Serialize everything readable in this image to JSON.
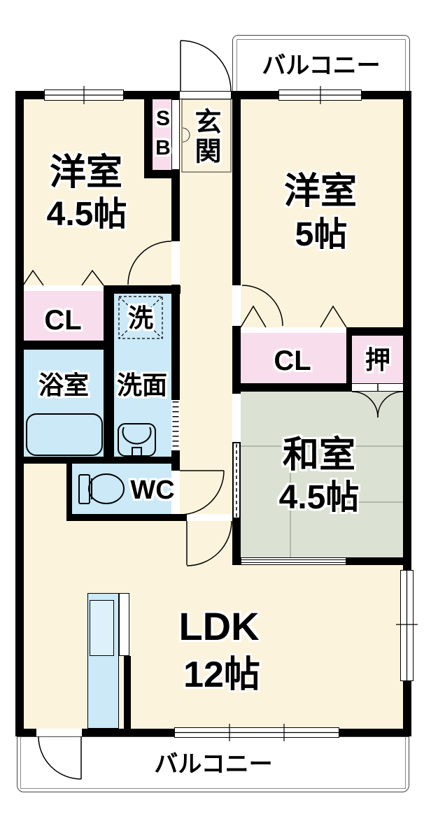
{
  "colors": {
    "wall": "#000000",
    "cream": "#FCF3DC",
    "pink": "#F8DEEC",
    "blue": "#CBE9F6",
    "green": "#DBE1D3",
    "sinkblue": "#DDF1FA"
  },
  "labels": {
    "balcony_top": "バルコニー",
    "balcony_bottom": "バルコニー",
    "western1_name": "洋室",
    "western1_size": "4.5帖",
    "western2_name": "洋室",
    "western2_size": "5帖",
    "japanese_name": "和室",
    "japanese_size": "4.5帖",
    "ldk_name": "LDK",
    "ldk_size": "12帖",
    "entrance": "玄関",
    "shoebox_s": "S",
    "shoebox_b": "B",
    "closet_left": "CL",
    "closet_right": "CL",
    "oshiire": "押",
    "laundry": "洗",
    "washroom": "洗面",
    "bathroom": "浴室",
    "toilet": "WC"
  }
}
